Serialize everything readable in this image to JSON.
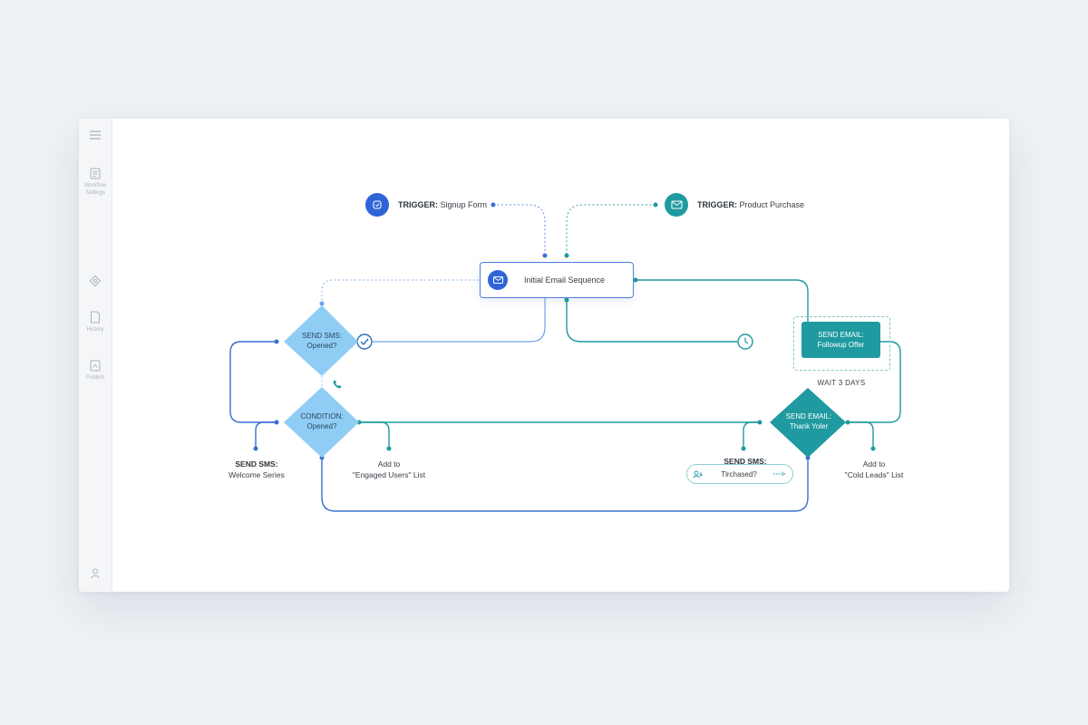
{
  "sidebar": {
    "items": [
      {
        "label": "Workflow Settings",
        "icon": "settings-panel-icon"
      },
      {
        "label": "",
        "icon": "puzzle-icon"
      },
      {
        "label": "History",
        "icon": "document-icon"
      },
      {
        "label": "Publish",
        "icon": "publish-icon"
      }
    ]
  },
  "triggers": {
    "signup": {
      "prefix": "TRIGGER:",
      "text": "Signup Form"
    },
    "purchase": {
      "prefix": "TRIGGER:",
      "text": "Product Purchase"
    }
  },
  "nodes": {
    "initial_email": "Initial Email Sequence",
    "send_sms_opened": {
      "line1": "SEND SMS:",
      "line2": "Opened?"
    },
    "condition_opened": {
      "line1": "CONDITION:",
      "line2": "Opened?"
    },
    "send_sms_welcome": {
      "line1": "SEND SMS:",
      "line2": "Welcome Series"
    },
    "add_engaged": {
      "line1": "Add to",
      "line2": "\"Engaged Users\" List"
    },
    "send_email_followup": {
      "line1": "SEND EMAIL:",
      "line2": "Followup Offer"
    },
    "wait": "WAIT 3 DAYS",
    "send_email_thanks": {
      "line1": "SEND EMAIL:",
      "line2": "Thank Yoler"
    },
    "send_sms_purchased": {
      "line1": "SEND SMS:",
      "line2": "Tlrchased?"
    },
    "add_cold": {
      "line1": "Add to",
      "line2": "\"Cold Leads\" List"
    }
  },
  "colors": {
    "blue": "#2f63d8",
    "teal": "#1f9aa0",
    "light_blue": "#8fcdf5",
    "background": "#eef1f5"
  }
}
